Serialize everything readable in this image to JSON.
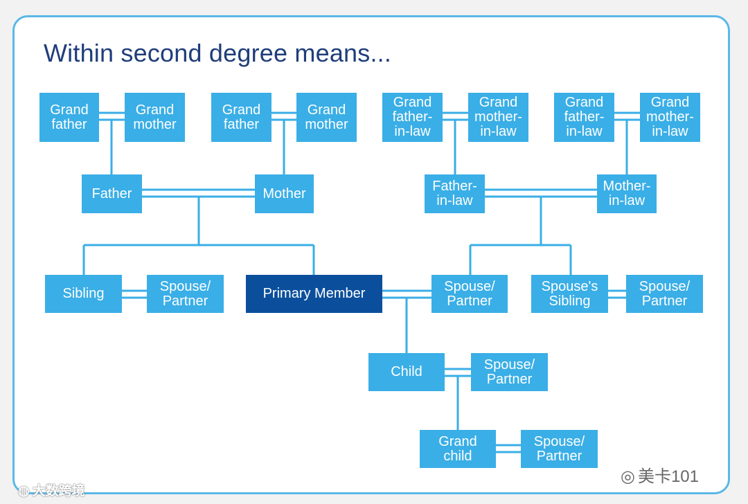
{
  "title": "Within second degree means...",
  "colors": {
    "box": "#3aaee6",
    "primary": "#0b4f9c",
    "frame": "#5ab8e6",
    "title": "#1f3d7a"
  },
  "boxes": {
    "gf1": "Grand\nfather",
    "gm1": "Grand\nmother",
    "gf2": "Grand\nfather",
    "gm2": "Grand\nmother",
    "gfl1": "Grand\nfather-\nin-law",
    "gml1": "Grand\nmother-\nin-law",
    "gfl2": "Grand\nfather-\nin-law",
    "gml2": "Grand\nmother-\nin-law",
    "father": "Father",
    "mother": "Mother",
    "fil": "Father-\nin-law",
    "mil": "Mother-\nin-law",
    "sibling": "Sibling",
    "sib_spouse": "Spouse/\nPartner",
    "primary": "Primary Member",
    "spouse": "Spouse/\nPartner",
    "spouse_sibling": "Spouse's\nSibling",
    "spouse_sibling_partner": "Spouse/\nPartner",
    "child": "Child",
    "child_spouse": "Spouse/\nPartner",
    "grandchild": "Grand\nchild",
    "grandchild_spouse": "Spouse/\nPartner"
  },
  "watermarks": {
    "left": "大数跨境",
    "right": "美卡101"
  }
}
